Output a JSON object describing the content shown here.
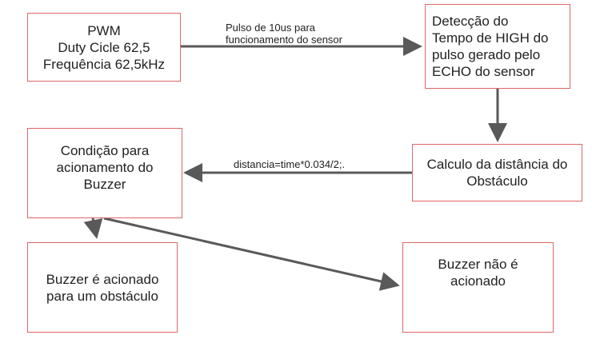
{
  "colors": {
    "box_border": "#e06666",
    "arrow": "#595959",
    "text": "#222222"
  },
  "boxes": {
    "pwm": "PWM\nDuty Cicle 62,5\nFrequência 62,5kHz",
    "deteccao": "Detecção do\nTempo de HIGH do\npulso gerado pelo\nECHO do sensor",
    "calculo": "Calculo da distância do\nObstáculo",
    "condicao": "Condição para\nacionamento do\nBuzzer",
    "acionado": "Buzzer é acionado\npara um obstáculo",
    "nao_acionado": "Buzzer não é\nacionado"
  },
  "labels": {
    "pulso": "Pulso de 10us para\nfuncionamento do sensor",
    "formula": "distancia=time*0.034/2;."
  }
}
